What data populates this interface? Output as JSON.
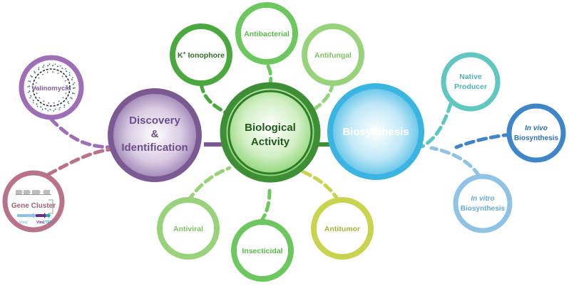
{
  "center": {
    "line1": "Biological",
    "line2": "Activity"
  },
  "discovery": {
    "line1": "Discovery",
    "line2": "&",
    "line3": "Identification"
  },
  "biosynthesis": {
    "label": "Biosynthesis"
  },
  "activities": {
    "k_ionophore": {
      "prefix": "K",
      "sup": "+",
      "suffix": " Ionophore"
    },
    "antibacterial": "Antibacterial",
    "antifungal": "Antifungal",
    "antiviral": "Antiviral",
    "insecticidal": "Insecticidal",
    "antitumor": "Antitumor"
  },
  "discovery_children": {
    "valinomycin": "Valinomycin",
    "gene_cluster": {
      "label": "Gene Cluster",
      "gene_vlm2": "Vlm2",
      "gene_vlm1": "Vlm1",
      "gene_tei": "TEII"
    }
  },
  "biosynthesis_children": {
    "native_producer": {
      "line1": "Native",
      "line2": "Producer"
    },
    "in_vivo": {
      "line1": "In vivo",
      "line2": "Biosynthesis"
    },
    "in_vitro": {
      "line1": "In vitro",
      "line2": "Biosynthesis"
    }
  },
  "colors": {
    "center": "#3e8e36",
    "discovery": "#7b5a94",
    "biosynthesis": "#3ab4e0",
    "valinomycin": "#9e6fb5",
    "gene_cluster": "#b8738a",
    "k_ionophore": "#4aa83f",
    "antibacterial": "#6cc85e",
    "antifungal": "#98d37c",
    "antiviral": "#98d37c",
    "insecticidal": "#6cc85e",
    "antitumor": "#c8d34e",
    "native_producer": "#5fc7c0",
    "in_vivo": "#3f86c9",
    "in_vitro": "#8ec3e6"
  }
}
